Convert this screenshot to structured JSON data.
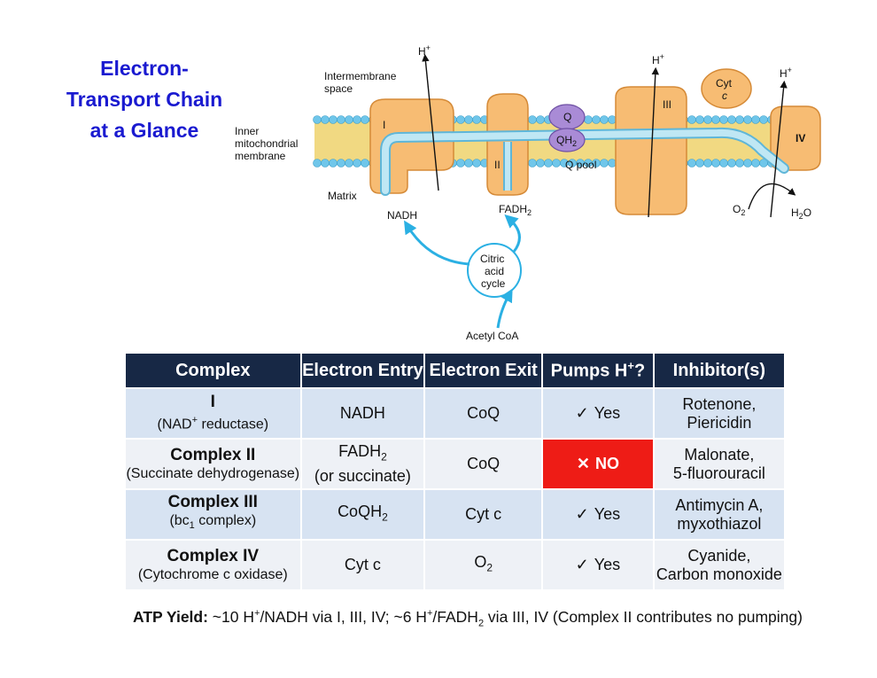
{
  "title": {
    "line1": "Electron-",
    "line2": "Transport Chain",
    "line3": "at a Glance"
  },
  "diagram": {
    "labels": {
      "intermembrane_1": "Intermembrane",
      "intermembrane_2": "space",
      "inner_1": "Inner",
      "inner_2": "mitochondrial",
      "inner_3": "membrane",
      "matrix": "Matrix",
      "complex_1": "I",
      "complex_2": "II",
      "complex_3": "III",
      "complex_4": "IV",
      "q": "Q",
      "qh2": "QH",
      "qh2_sub": "2",
      "q_pool": "Q pool",
      "cyt_1": "Cyt",
      "cyt_2": "c",
      "h_plus_1": "H",
      "h_plus_2": "H",
      "h_plus_3": "H",
      "plus": "+",
      "nadh": "NADH",
      "fadh": "FADH",
      "fadh_sub": "2",
      "o2": "O",
      "o2_sub": "2",
      "h2o_h": "H",
      "h2o_sub": "2",
      "h2o_o": "O",
      "citric_1": "Citric",
      "citric_2": "acid",
      "citric_3": "cycle",
      "acetyl": "Acetyl CoA"
    },
    "colors": {
      "lipid_head": "#6fc6ea",
      "lipid_tail": "#f1d982",
      "protein": "#f7bc73",
      "protein_edge": "#d58a37",
      "electron_path": "#bfe7f4",
      "electron_edge": "#5fb6d8",
      "q_purple": "#a98bd6",
      "cycle_arrow": "#2bb0e3"
    }
  },
  "table": {
    "headers": [
      "Complex",
      "Electron Entry",
      "Electron Exit",
      "Pumps H",
      "Inhibitor(s)"
    ],
    "header_pumps_sup": "+",
    "header_pumps_suffix": "?",
    "rows": [
      {
        "complex_main": "I",
        "complex_sub_a": "(NAD",
        "complex_sub_sup": "+",
        "complex_sub_b": " reductase)",
        "entry_a": "NADH",
        "exit_a": "CoQ",
        "pumps_mark": "✓",
        "pumps": "Yes",
        "inhib_1": "Rotenone,",
        "inhib_2": "Piericidin"
      },
      {
        "complex_main": "Complex II",
        "complex_sub": "(Succinate dehydrogenase)",
        "entry_a": "FADH",
        "entry_sub": "2",
        "entry_b": "(or succinate)",
        "exit_a": "CoQ",
        "pumps_mark": "✕",
        "pumps": "NO",
        "inhib_1": "Malonate,",
        "inhib_2": "5-fluorouracil"
      },
      {
        "complex_main": "Complex III",
        "complex_sub_a": "(bc",
        "complex_sub_subscript": "1",
        "complex_sub_b": " complex)",
        "entry_a": "CoQH",
        "entry_sub": "2",
        "exit_a": "Cyt c",
        "pumps_mark": "✓",
        "pumps": "Yes",
        "inhib_1": "Antimycin A,",
        "inhib_2": "myxothiazol"
      },
      {
        "complex_main": "Complex IV",
        "complex_sub": "(Cytochrome c oxidase)",
        "entry_a": "Cyt c",
        "exit_a": "O",
        "exit_sub": "2",
        "pumps_mark": "✓",
        "pumps": "Yes",
        "inhib_1": "Cyanide,",
        "inhib_2": "Carbon monoxide"
      }
    ]
  },
  "atp": {
    "label": "ATP Yield:",
    "text_a": " ~10 H",
    "sup": "+",
    "text_b": "/NADH via I, III, IV; ~6 H",
    "sup2": "+",
    "text_c": "/FADH",
    "sub": "2",
    "text_d": " via III, IV (Complex II contributes no pumping)"
  }
}
